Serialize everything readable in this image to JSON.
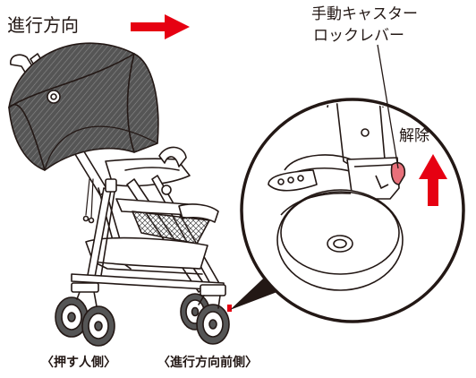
{
  "labels": {
    "direction": "進行方向",
    "lever_line1": "手動キャスター",
    "lever_line2": "ロックレバー",
    "release": "解除",
    "pusher_side": "〈押す人側〉",
    "front_side": "〈進行方向前側〉"
  },
  "colors": {
    "arrow_red": "#e60012",
    "lever_pink": "#e8707a",
    "line": "#231815",
    "hatch": "#9a9a9a"
  },
  "icons": {
    "direction_arrow": "right-arrow-icon",
    "release_arrow": "up-arrow-icon"
  }
}
